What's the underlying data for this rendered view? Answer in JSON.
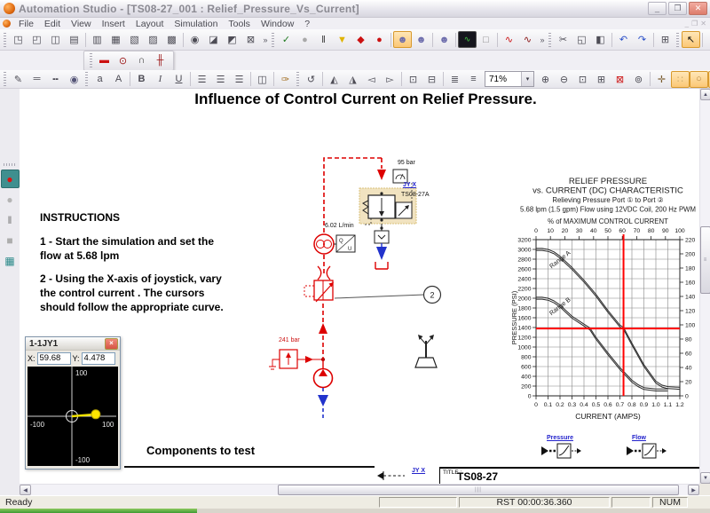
{
  "window": {
    "title": "Automation Studio - [TS08-27_001 : Relief_Pressure_Vs_Current]",
    "minimize": "_",
    "restore": "❐",
    "close": "✕"
  },
  "menu": {
    "items": [
      "File",
      "Edit",
      "View",
      "Insert",
      "Layout",
      "Simulation",
      "Tools",
      "Window",
      "?"
    ]
  },
  "toolbars": {
    "zoom_value": "71%",
    "row1": [
      {
        "t": "g"
      },
      {
        "t": "b",
        "n": "new-document-icon",
        "g": "◳"
      },
      {
        "t": "b",
        "n": "open-document-icon",
        "g": "◰"
      },
      {
        "t": "b",
        "n": "save-icon",
        "g": "◫"
      },
      {
        "t": "b",
        "n": "print-icon",
        "g": "▤"
      },
      {
        "t": "s"
      },
      {
        "t": "b",
        "n": "report-icon",
        "g": "▥"
      },
      {
        "t": "b",
        "n": "bom-report-icon",
        "g": "▦"
      },
      {
        "t": "b",
        "n": "variable-manager-icon",
        "g": "▧"
      },
      {
        "t": "b",
        "n": "document-properties-icon",
        "g": "▨"
      },
      {
        "t": "b",
        "n": "page-setup-icon",
        "g": "▩"
      },
      {
        "t": "s"
      },
      {
        "t": "b",
        "n": "print-preview-icon",
        "g": "◉"
      },
      {
        "t": "b",
        "n": "eraser-icon",
        "g": "◪"
      },
      {
        "t": "b",
        "n": "clean-document-icon",
        "g": "◩"
      },
      {
        "t": "b",
        "n": "purge-icon",
        "g": "⊠"
      },
      {
        "t": "c"
      },
      {
        "t": "g"
      },
      {
        "t": "b",
        "n": "normal-simulation-icon",
        "g": "✓",
        "c": "#1f7a1f"
      },
      {
        "t": "b",
        "n": "slow-motion-icon",
        "g": "●",
        "c": "#a9a9a9"
      },
      {
        "t": "b",
        "n": "pause-simulation-icon",
        "g": "‖",
        "c": "#333333"
      },
      {
        "t": "b",
        "n": "step-by-step-icon",
        "g": "▼",
        "c": "#e0b400"
      },
      {
        "t": "b",
        "n": "pause-on-event-icon",
        "g": "◆",
        "c": "#cc1111"
      },
      {
        "t": "b",
        "n": "stop-simulation-icon",
        "g": "●",
        "c": "#cc1111"
      },
      {
        "t": "s"
      },
      {
        "t": "b",
        "n": "workshop-icon",
        "g": "☻",
        "c": "#6b6bab",
        "on": true
      },
      {
        "t": "b",
        "n": "collaboration-icon",
        "g": "☻",
        "c": "#6b6bab"
      },
      {
        "t": "s"
      },
      {
        "t": "b",
        "n": "shared-project-icon",
        "g": "☻",
        "c": "#6b6bab"
      },
      {
        "t": "s"
      },
      {
        "t": "b",
        "n": "plotter-icon",
        "g": "∿",
        "cls": "plot-ic"
      },
      {
        "t": "b",
        "n": "new-plot-icon",
        "g": "□",
        "c": "#888888"
      },
      {
        "t": "s"
      },
      {
        "t": "b",
        "n": "oscilloscope-icon",
        "g": "∿",
        "c": "#cc1111"
      },
      {
        "t": "b",
        "n": "fluid-analyzer-icon",
        "g": "∿",
        "c": "#881111"
      },
      {
        "t": "c"
      },
      {
        "t": "g"
      },
      {
        "t": "b",
        "n": "cut-icon",
        "g": "✂"
      },
      {
        "t": "b",
        "n": "copy-icon",
        "g": "◱"
      },
      {
        "t": "b",
        "n": "paste-icon",
        "g": "◧"
      },
      {
        "t": "s"
      },
      {
        "t": "b",
        "n": "undo-icon",
        "g": "↶",
        "c": "#2a50c8"
      },
      {
        "t": "b",
        "n": "redo-icon",
        "g": "↷",
        "c": "#2a50c8"
      },
      {
        "t": "s"
      },
      {
        "t": "b",
        "n": "component-properties-icon",
        "g": "⊞"
      },
      {
        "t": "g"
      },
      {
        "t": "b",
        "n": "select-arrow-icon",
        "g": "↖",
        "c": "#111111",
        "on": true
      },
      {
        "t": "s"
      },
      {
        "t": "b",
        "n": "line-tool-icon",
        "g": "╱"
      },
      {
        "t": "b",
        "n": "rectangle-tool-icon",
        "g": "▭"
      },
      {
        "t": "b",
        "n": "ellipse-tool-icon",
        "g": "○"
      },
      {
        "t": "c"
      },
      {
        "t": "g"
      },
      {
        "t": "b",
        "n": "link-tool-icon",
        "g": "∘"
      },
      {
        "t": "c"
      }
    ],
    "row2": [
      {
        "t": "g"
      },
      {
        "t": "b",
        "n": "pressure-gauge-icon",
        "g": "▬",
        "c": "#cc1111"
      },
      {
        "t": "b",
        "n": "test-point-icon",
        "g": "⊙",
        "c": "#991111"
      },
      {
        "t": "b",
        "n": "differential-gauge-icon",
        "g": "∩",
        "c": "#333333"
      },
      {
        "t": "b",
        "n": "manifold-icon",
        "g": "╫",
        "c": "#991111"
      }
    ],
    "row3": [
      {
        "t": "g"
      },
      {
        "t": "b",
        "n": "pen-style-icon",
        "g": "✎"
      },
      {
        "t": "b",
        "n": "line-weight-icon",
        "g": "═"
      },
      {
        "t": "b",
        "n": "line-style-icon",
        "g": "╍"
      },
      {
        "t": "b",
        "n": "layer-visibility-icon",
        "g": "◉",
        "c": "#555577"
      },
      {
        "t": "g"
      },
      {
        "t": "b",
        "n": "shrink-text-icon",
        "g": "a"
      },
      {
        "t": "b",
        "n": "grow-text-icon",
        "g": "A"
      },
      {
        "t": "s"
      },
      {
        "t": "b",
        "n": "bold-icon",
        "g": "B",
        "cls": "bold"
      },
      {
        "t": "b",
        "n": "italic-icon",
        "g": "I",
        "cls": "italic"
      },
      {
        "t": "b",
        "n": "underline-icon",
        "g": "U",
        "cls": "underline"
      },
      {
        "t": "s"
      },
      {
        "t": "b",
        "n": "align-left-icon",
        "g": "☰"
      },
      {
        "t": "b",
        "n": "align-center-icon",
        "g": "☰"
      },
      {
        "t": "b",
        "n": "align-right-icon",
        "g": "☰"
      },
      {
        "t": "s"
      },
      {
        "t": "b",
        "n": "text-box-icon",
        "g": "◫"
      },
      {
        "t": "s"
      },
      {
        "t": "b",
        "n": "format-painter-icon",
        "g": "✑",
        "c": "#a06a1a"
      },
      {
        "t": "g"
      },
      {
        "t": "b",
        "n": "rotate-icon",
        "g": "↺"
      },
      {
        "t": "s"
      },
      {
        "t": "b",
        "n": "rotate-left-icon",
        "g": "◭"
      },
      {
        "t": "b",
        "n": "rotate-right-icon",
        "g": "◮"
      },
      {
        "t": "b",
        "n": "flip-horizontal-icon",
        "g": "◅"
      },
      {
        "t": "b",
        "n": "flip-vertical-icon",
        "g": "▻"
      },
      {
        "t": "s"
      },
      {
        "t": "b",
        "n": "group-icon",
        "g": "⊡"
      },
      {
        "t": "b",
        "n": "ungroup-icon",
        "g": "⊟"
      },
      {
        "t": "s"
      },
      {
        "t": "b",
        "n": "align-objects-icon",
        "g": "≣"
      },
      {
        "t": "b",
        "n": "distribute-objects-icon",
        "g": "≡"
      },
      {
        "t": "combo",
        "n": "zoom-combo"
      },
      {
        "t": "b",
        "n": "zoom-in-icon",
        "g": "⊕"
      },
      {
        "t": "b",
        "n": "zoom-out-icon",
        "g": "⊖"
      },
      {
        "t": "b",
        "n": "zoom-window-icon",
        "g": "⊡"
      },
      {
        "t": "b",
        "n": "zoom-page-icon",
        "g": "⊞"
      },
      {
        "t": "b",
        "n": "zoom-all-icon",
        "g": "⊠",
        "c": "#cc1111"
      },
      {
        "t": "b",
        "n": "zoom-dynamic-icon",
        "g": "⊚"
      },
      {
        "t": "s"
      },
      {
        "t": "b",
        "n": "pan-icon",
        "g": "✛",
        "c": "#7a5c2e"
      },
      {
        "t": "b",
        "n": "grid-snap-icon",
        "g": "∷",
        "c": "#c9a96a",
        "on": true
      },
      {
        "t": "b",
        "n": "connection-ports-icon",
        "g": "○",
        "c": "#b08040",
        "on": true
      },
      {
        "t": "b",
        "n": "flow-animation-icon",
        "g": "↯",
        "c": "#cc1111",
        "on": true
      },
      {
        "t": "b",
        "n": "component-nodes-icon",
        "g": "◇",
        "c": "#b08040",
        "on": true
      },
      {
        "t": "b",
        "n": "item-labels-icon",
        "g": "abc",
        "cls": "abc-ic",
        "on": true
      },
      {
        "t": "c"
      }
    ],
    "left": [
      {
        "t": "g"
      },
      {
        "t": "b",
        "n": "start-simulation-button",
        "g": "●",
        "c": "#dd1111",
        "cls": "sim-on"
      },
      {
        "t": "b",
        "n": "simulation-idle-icon",
        "g": "●",
        "c": "#b5b5b5"
      },
      {
        "t": "b",
        "n": "pause-button",
        "g": "‖",
        "c": "#777777"
      },
      {
        "t": "b",
        "n": "stop-button",
        "g": "■",
        "c": "#adadad"
      },
      {
        "t": "b",
        "n": "plot-manager-button",
        "g": "▦",
        "c": "#2e8b8b"
      }
    ]
  },
  "canvas": {
    "page_title": "Influence of Control Current on Relief Pressure.",
    "instructions": {
      "heading": "INSTRUCTIONS",
      "step1": "1 - Start the simulation and set the flow at 5.68 lpm",
      "step2": "2 - Using the X-axis of joystick, vary the control current . The cursors should follow  the appropriate curve."
    },
    "joystick_panel": {
      "title": "1-1JY1",
      "close": "×",
      "x_label": "X:",
      "x_value": "59.68",
      "y_label": "Y:",
      "y_value": "4.478",
      "axis_labels": {
        "top": "100",
        "bottom": "-100",
        "left": "-100",
        "right": "100"
      },
      "stick": {
        "x": 59.68,
        "y": 4.478
      }
    },
    "schematic": {
      "gauge_label": "95 bar",
      "valve_link": "JY X",
      "valve_ref": "TS08-27A",
      "flow_label": "6.02 L/min",
      "relief_label": "241 bar",
      "callout": "2",
      "flowmeter_q": "Q",
      "flowmeter_u": "U",
      "components_heading": "Components to test",
      "bottom_link": "JY X",
      "pressure_link": "Pressure",
      "flow_link": "Flow"
    },
    "title_block": {
      "label": "TITLE :",
      "value": "TS08-27"
    }
  },
  "chart_data": {
    "type": "line",
    "title_lines": [
      "RELIEF PRESSURE",
      "vs. CURRENT (DC) CHARACTERISTIC",
      "Relieving Pressure Port ① to Port ②",
      "5.68 lpm (1.5 gpm) Flow using 12VDC Coil, 200 Hz PWM"
    ],
    "top_axis_label": "% of MAXIMUM CONTROL CURRENT",
    "top_ticks": [
      0,
      10,
      20,
      30,
      40,
      50,
      60,
      70,
      80,
      90,
      100
    ],
    "xlabel": "CURRENT (AMPS)",
    "x_ticks": [
      0,
      0.1,
      0.2,
      0.3,
      0.4,
      0.5,
      0.6,
      0.7,
      0.8,
      0.9,
      1.0,
      1.1,
      1.2
    ],
    "x_tick_labels": [
      "0",
      "0.1",
      "0.2",
      "0.3",
      "0.4",
      "0.5",
      "0.6",
      "0.7",
      "0.8",
      "0.9",
      "1.0",
      "1.1",
      "1.2"
    ],
    "ylabel": "PRESSURE (PSI)",
    "y_ticks": [
      0,
      200,
      400,
      600,
      800,
      1000,
      1200,
      1400,
      1600,
      1800,
      2000,
      2200,
      2400,
      2600,
      2800,
      3000,
      3200
    ],
    "right_ticks": [
      0,
      20,
      40,
      60,
      80,
      100,
      120,
      140,
      160,
      180,
      200,
      220
    ],
    "right_lim": [
      0,
      220
    ],
    "xlim": [
      0,
      1.2
    ],
    "ylim": [
      0,
      3200
    ],
    "grid": true,
    "series": [
      {
        "name": "Range A",
        "x": [
          0,
          0.05,
          0.1,
          0.15,
          0.2,
          0.3,
          0.4,
          0.5,
          0.6,
          0.7,
          0.73,
          0.8,
          0.9,
          1.0,
          1.05,
          1.1,
          1.2
        ],
        "y": [
          3000,
          3000,
          2980,
          2930,
          2840,
          2610,
          2350,
          2060,
          1730,
          1430,
          1380,
          1060,
          620,
          280,
          200,
          170,
          155
        ],
        "label_x": 0.21,
        "label_y": 2760,
        "label_angle": -38
      },
      {
        "name": "Range B",
        "x": [
          0,
          0.05,
          0.1,
          0.15,
          0.2,
          0.3,
          0.4,
          0.45,
          0.5,
          0.6,
          0.7,
          0.8,
          0.85,
          0.9,
          1.0,
          1.1
        ],
        "y": [
          2000,
          2000,
          1980,
          1925,
          1840,
          1610,
          1450,
          1370,
          1180,
          860,
          560,
          300,
          210,
          150,
          120,
          120
        ],
        "label_x": 0.21,
        "label_y": 1800,
        "label_angle": -38
      }
    ],
    "cursors": {
      "x_value": 0.73,
      "y_value": 1380,
      "color": "#ff0000"
    }
  },
  "status_bar": {
    "ready": "Ready",
    "timer": "RST 00:00:36.360",
    "num": "NUM"
  }
}
